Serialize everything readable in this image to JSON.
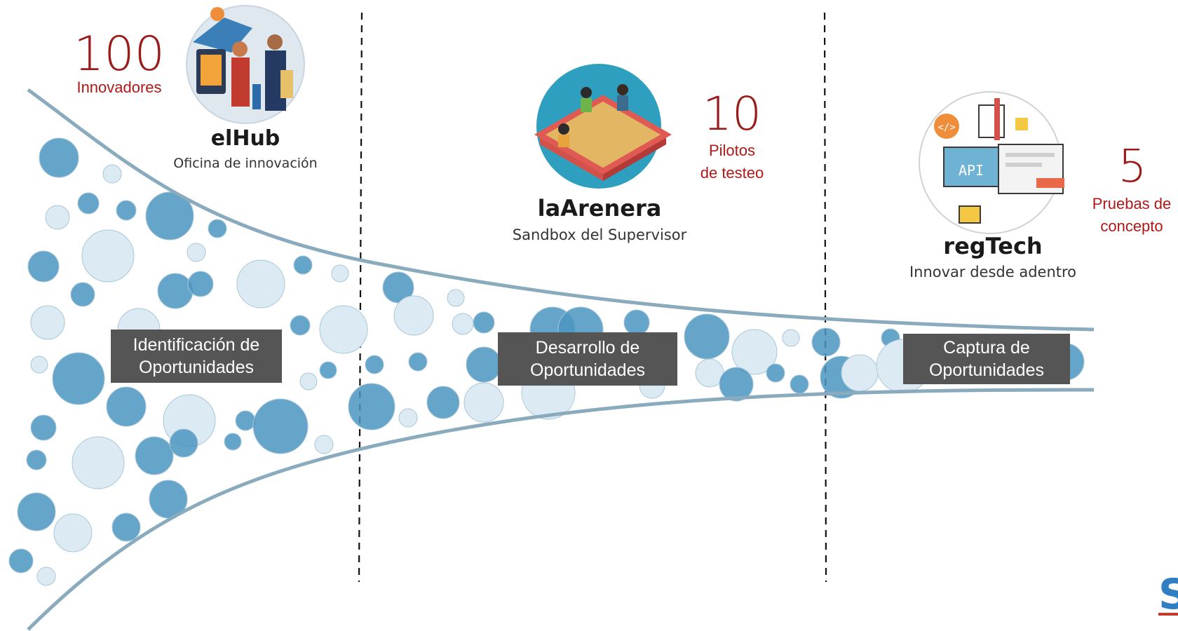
{
  "stages": [
    {
      "number": "100",
      "number_label": "Innovadores",
      "name": "elHub",
      "subtitle": "Oficina de innovación",
      "box_line1": "Identificación de",
      "box_line2": "Oportunidades",
      "icon": "team-meeting-illustration"
    },
    {
      "number": "10",
      "number_label_line1": "Pilotos",
      "number_label_line2": "de testeo",
      "name": "laArenera",
      "subtitle": "Sandbox del Supervisor",
      "box_line1": "Desarrollo de",
      "box_line2": "Oportunidades",
      "icon": "sandbox-illustration"
    },
    {
      "number": "5",
      "number_label_line1": "Pruebas de",
      "number_label_line2": "concepto",
      "name": "regTech",
      "subtitle": "Innovar desde adentro",
      "box_line1": "Captura de",
      "box_line2": "Oportunidades",
      "icon": "api-illustration"
    }
  ],
  "logo_text": "S",
  "colors": {
    "accent_red": "#9b1a1a",
    "funnel_line": "#8aabbd",
    "bubble_dark": "#4b95c1",
    "bubble_light": "#dcebf3",
    "label_box": "#555555"
  }
}
